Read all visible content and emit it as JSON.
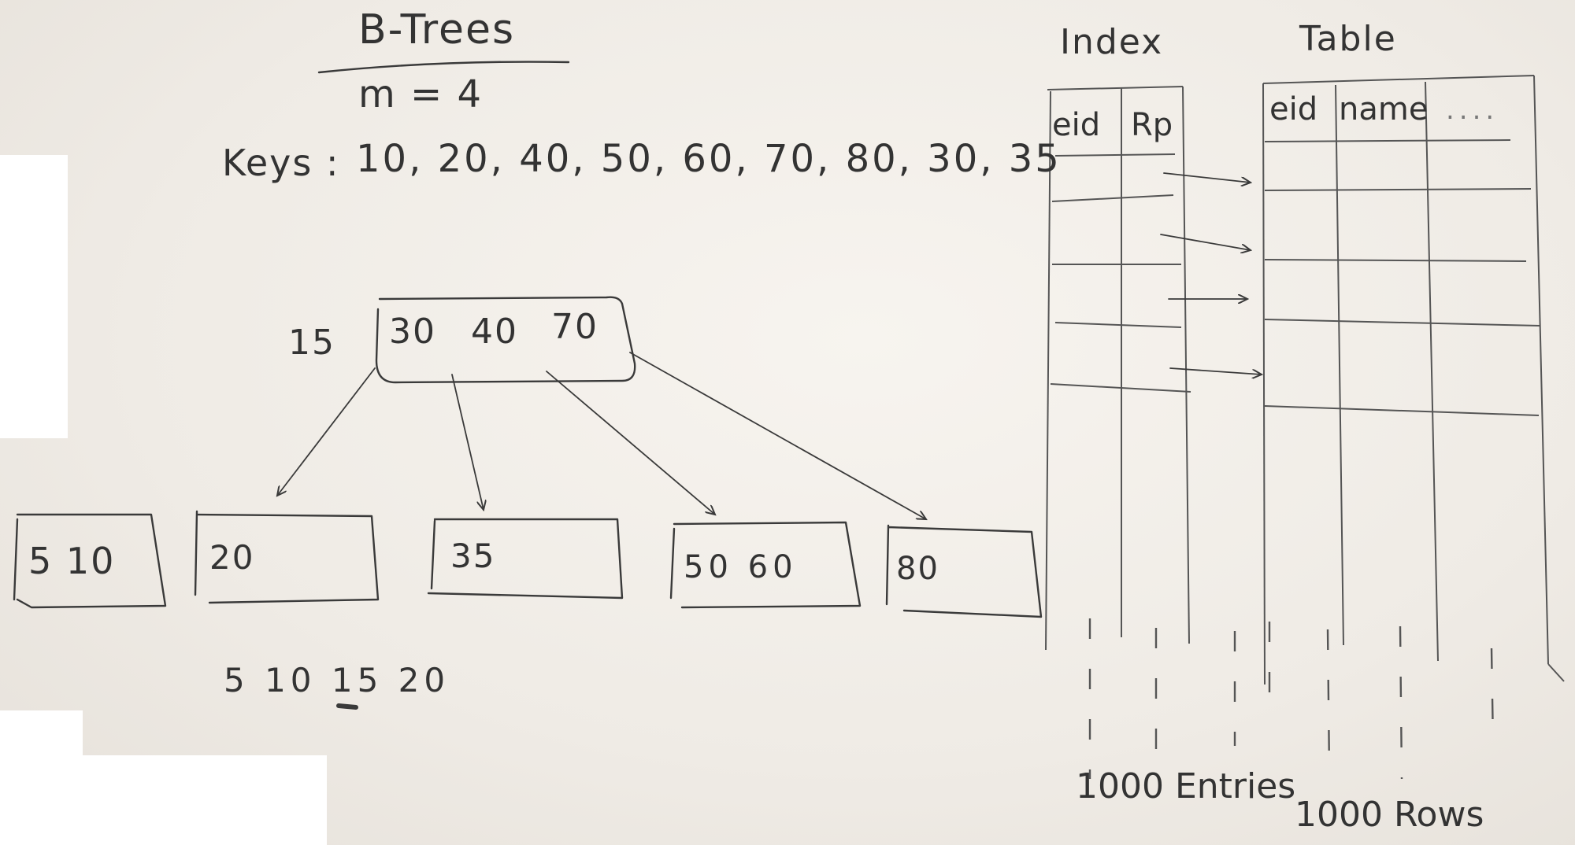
{
  "title": "B-Trees",
  "order": "m = 4",
  "keys_label": "Keys :",
  "keys": "10, 20, 40, 50, 60, 70, 80, 30, 35",
  "insert_key": "15",
  "root_node": [
    "30",
    "40",
    "70"
  ],
  "leaf_nodes": [
    "5 10",
    "20",
    "35",
    "50 60",
    "80"
  ],
  "split_sequence": "5 10 15 20",
  "index": {
    "title": "Index",
    "columns": [
      "eid",
      "Rp"
    ],
    "footer": "1000 Entries"
  },
  "table": {
    "title": "Table",
    "columns": [
      "eid",
      "name",
      "...."
    ],
    "footer": "1000 Rows"
  }
}
